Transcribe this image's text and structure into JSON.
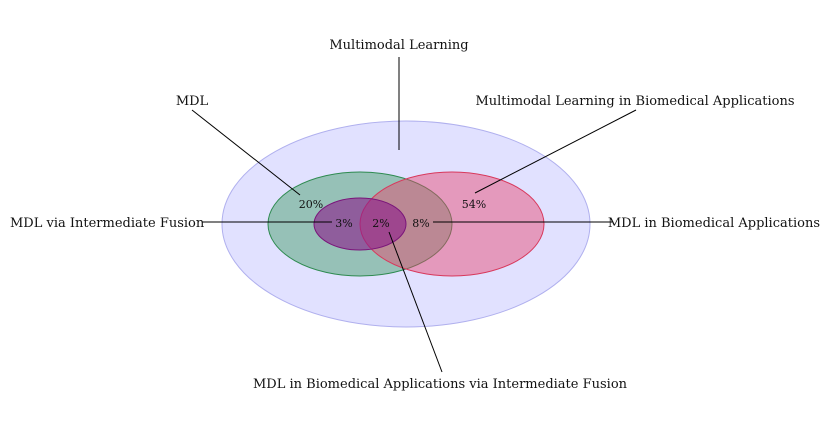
{
  "diagram": {
    "type": "venn",
    "sets": {
      "multimodal_learning": {
        "label": "Multimodal Learning",
        "color": "#c8c8ff"
      },
      "mdl": {
        "label": "MDL",
        "color": "#3c9c5f"
      },
      "multimodal_biomedical": {
        "label": "Multimodal Learning in Biomedical Applications"
      },
      "mdl_intermediate_fusion": {
        "label": "MDL via Intermediate Fusion",
        "color": "#8b1a8b"
      },
      "mdl_biomedical": {
        "label": "MDL in Biomedical Applications",
        "color": "#e8436a"
      },
      "mdl_biomedical_intermediate_fusion": {
        "label": "MDL in Biomedical Applications via Intermediate Fusion"
      }
    },
    "percentages": {
      "mdl": "20%",
      "multimodal_biomedical": "54%",
      "mdl_intermediate_fusion": "3%",
      "mdl_biomedical_intermediate_fusion": "2%",
      "mdl_biomedical": "8%"
    }
  }
}
